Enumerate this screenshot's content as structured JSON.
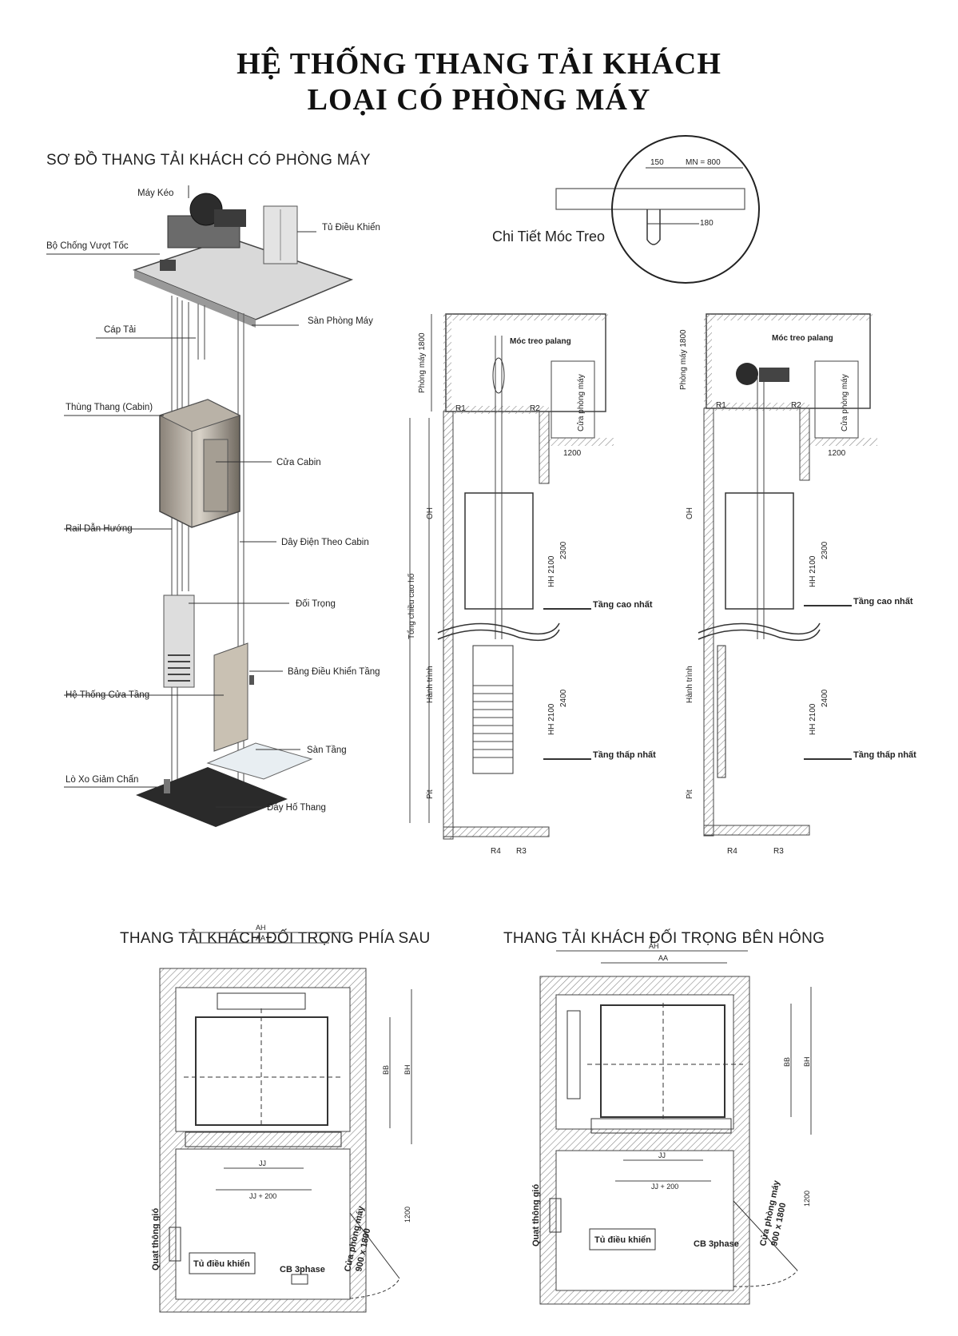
{
  "title": {
    "line1": "HỆ THỐNG THANG TẢI KHÁCH",
    "line2": "LOẠI CÓ PHÒNG MÁY"
  },
  "sections": {
    "iso_title": "SƠ ĐỒ THANG TẢI KHÁCH CÓ PHÒNG MÁY",
    "hook_title": "Chi Tiết Móc Treo",
    "rear_title": "THANG TẢI KHÁCH ĐỐI TRỌNG PHÍA SAU",
    "side_title": "THANG TẢI KHÁCH ĐỐI TRỌNG BÊN HÔNG"
  },
  "iso_labels": {
    "may_keo": "Máy Kéo",
    "bo_chong": "Bộ Chống Vượt Tốc",
    "tu_dieu_khien": "Tủ Điều Khiển",
    "cap_tai": "Cáp Tải",
    "san_phong_may": "Sàn Phòng Máy",
    "thung_thang": "Thùng Thang (Cabin)",
    "cua_cabin": "Cửa Cabin",
    "rail": "Rail Dẫn Hướng",
    "day_dien": "Dây Điện Theo Cabin",
    "doi_trong": "Đối Trọng",
    "bang_dieu_khien": "Bảng Điều Khiển Tầng",
    "he_thong_cua": "Hệ Thống Cửa Tầng",
    "san_tang": "Sàn Tầng",
    "lo_xo": "Lò Xo Giảm Chấn",
    "day_ho": "Đáy Hố Thang"
  },
  "hook": {
    "mn": "MN = 800",
    "dim150": "150",
    "dim180": "180"
  },
  "section_labels": {
    "moc_treo": "Móc treo palang",
    "phong_may": "Phòng máy 1800",
    "cua_phong_may": "Cửa phòng máy",
    "dim1200": "1200",
    "oh": "OH",
    "tong_chieu_cao": "Tổng chiều cao hố",
    "hh": "HH 2100",
    "dim2300": "2300",
    "dim2400": "2400",
    "tang_cao": "Tầng cao nhất",
    "tang_thap": "Tầng thấp nhất",
    "hanh_trinh": "Hành trình",
    "pit": "Pit",
    "r1": "R1",
    "r2": "R2",
    "r3": "R3",
    "r4": "R4"
  },
  "plan_labels": {
    "ah": "AH",
    "aa": "AA",
    "bb": "BB",
    "bh": "BH",
    "jj": "JJ",
    "jj200": "JJ + 200",
    "dim1200": "1200",
    "quat": "Quạt thông gió",
    "tu": "Tủ điều khiển",
    "cb": "CB 3phase",
    "cua": "Cửa phòng máy",
    "cua_dim": "900 x 1800"
  }
}
